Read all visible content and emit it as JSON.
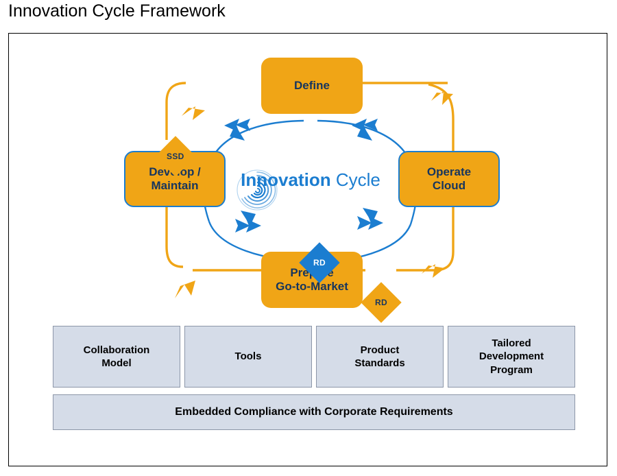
{
  "page": {
    "title": "Innovation Cycle Framework"
  },
  "colors": {
    "orange": "#F0A516",
    "blue": "#1B7DD0",
    "navy": "#16355E",
    "foundation_fill": "#D5DCE8",
    "foundation_border": "#8C96A8",
    "frame_border": "#000000",
    "white": "#FFFFFF"
  },
  "diagram": {
    "center_logo": {
      "icon": "spiral-icon",
      "bold_word": "Innovation",
      "regular_word": "Cycle"
    },
    "phases": [
      {
        "id": "define",
        "label": "Define",
        "position": "top",
        "bordered": false
      },
      {
        "id": "develop",
        "label": "Develop /\nMaintain",
        "position": "left",
        "bordered": true
      },
      {
        "id": "operate",
        "label": "Operate\nCloud",
        "position": "right",
        "bordered": true
      },
      {
        "id": "prepare",
        "label": "Prepare\nGo-to-Market",
        "position": "bottom",
        "bordered": false
      }
    ],
    "badges": [
      {
        "id": "ssd",
        "label": "SSD",
        "style": "orange",
        "position": "top-left"
      },
      {
        "id": "rd-center",
        "label": "RD",
        "style": "blue",
        "position": "center-bottom"
      },
      {
        "id": "rd-right",
        "label": "RD",
        "style": "orange",
        "position": "bottom-right"
      }
    ],
    "outer_loop": {
      "name": "outer-orange-cycle-arrow",
      "color": "#F0A516",
      "direction": "counter-clockwise",
      "arrowhead_style": "swallowtail"
    },
    "inner_loop": {
      "name": "inner-blue-cycle-arrow",
      "color": "#1B7DD0",
      "direction": "clockwise",
      "arrowhead_style": "double-chevron"
    }
  },
  "foundation": {
    "boxes": [
      {
        "id": "collaboration-model",
        "label": "Collaboration\nModel"
      },
      {
        "id": "tools",
        "label": "Tools"
      },
      {
        "id": "product-standards",
        "label": "Product\nStandards"
      },
      {
        "id": "tailored-development-program",
        "label": "Tailored\nDevelopment\nProgram"
      }
    ],
    "compliance_bar": {
      "id": "embedded-compliance",
      "label": "Embedded Compliance with Corporate Requirements"
    }
  }
}
